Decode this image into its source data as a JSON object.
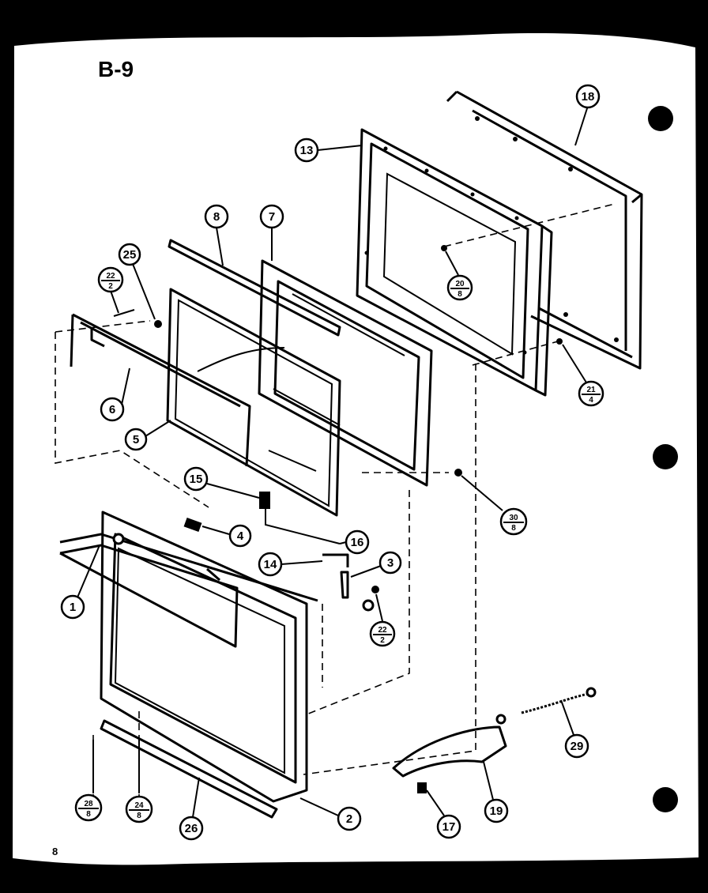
{
  "diagram": {
    "title": "B-9",
    "page_number": "8",
    "callouts": [
      {
        "id": "c18",
        "label": "18"
      },
      {
        "id": "c13",
        "label": "13"
      },
      {
        "id": "c8",
        "label": "8"
      },
      {
        "id": "c7",
        "label": "7"
      },
      {
        "id": "c25",
        "label": "25"
      },
      {
        "id": "c22a",
        "top": "22",
        "bottom": "2"
      },
      {
        "id": "c20a",
        "top": "20",
        "bottom": "8"
      },
      {
        "id": "c21",
        "top": "21",
        "bottom": "4"
      },
      {
        "id": "c6",
        "label": "6"
      },
      {
        "id": "c5",
        "label": "5"
      },
      {
        "id": "c15",
        "label": "15"
      },
      {
        "id": "c30",
        "top": "30",
        "bottom": "8"
      },
      {
        "id": "c4",
        "label": "4"
      },
      {
        "id": "c16",
        "label": "16"
      },
      {
        "id": "c14",
        "label": "14"
      },
      {
        "id": "c3",
        "label": "3"
      },
      {
        "id": "c1",
        "label": "1"
      },
      {
        "id": "c22b",
        "top": "22",
        "bottom": "2"
      },
      {
        "id": "c29",
        "label": "29"
      },
      {
        "id": "c28",
        "top": "28",
        "bottom": "8"
      },
      {
        "id": "c24",
        "top": "24",
        "bottom": "8"
      },
      {
        "id": "c26",
        "label": "26"
      },
      {
        "id": "c2",
        "label": "2"
      },
      {
        "id": "c17",
        "label": "17"
      },
      {
        "id": "c19",
        "label": "19"
      }
    ]
  }
}
